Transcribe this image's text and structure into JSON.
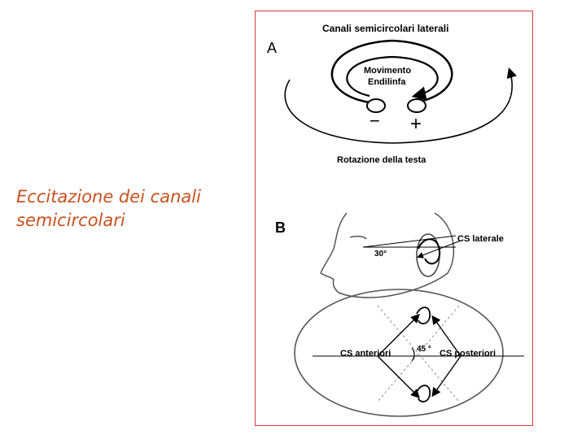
{
  "slide": {
    "title_line1": "Eccitazione dei canali",
    "title_line2": "semicircolari"
  },
  "figure": {
    "panel_a": {
      "letter": "A",
      "heading": "Canali semicircolari laterali",
      "flow_line1": "Movimento",
      "flow_line2": "Endilinfa",
      "minus": "−",
      "plus": "+",
      "rotation": "Rotazione della testa"
    },
    "panel_b": {
      "letter": "B",
      "cs_lateral": "CS laterale",
      "angle_30": "30°",
      "cs_anterior": "CS anteriori",
      "angle_45": "45 °",
      "cs_posterior": "CS posteriori"
    }
  }
}
